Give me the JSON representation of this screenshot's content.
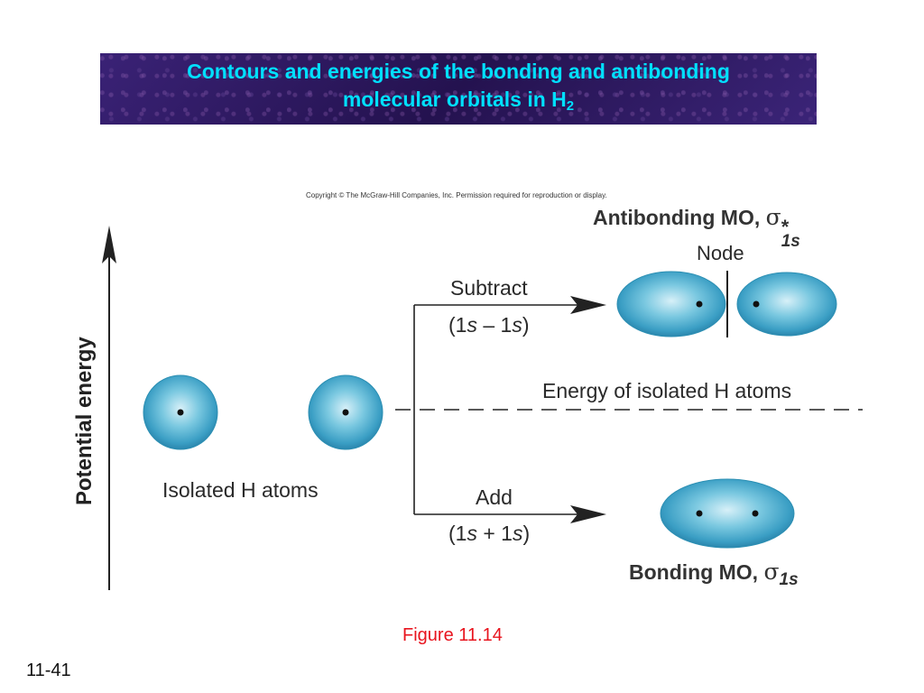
{
  "title": {
    "line1": "Contours and energies of the bonding and antibonding",
    "line2_main": "molecular orbitals in H",
    "line2_sub": "2"
  },
  "copyright": "Copyright © The McGraw-Hill Companies, Inc. Permission required for reproduction or display.",
  "axis_label": "Potential energy",
  "antibonding": {
    "label": "Antibonding MO,",
    "symbol": "σ",
    "star": "*",
    "subscript": "1s",
    "node_label": "Node"
  },
  "subtract": {
    "label": "Subtract",
    "formula_open": "(1",
    "formula_s1": "s",
    "formula_mid": " – 1",
    "formula_s2": "s",
    "formula_close": ")"
  },
  "add": {
    "label": "Add",
    "formula_open": "(1",
    "formula_s1": "s",
    "formula_mid": " + 1",
    "formula_s2": "s",
    "formula_close": ")"
  },
  "isolated_label": "Isolated H atoms",
  "energy_label": "Energy of isolated H atoms",
  "bonding": {
    "label": "Bonding MO,",
    "symbol": "σ",
    "subscript": "1s"
  },
  "figure_caption": "Figure 11.14",
  "slide_number": "11-41",
  "colors": {
    "orbital": "#5cb8d4",
    "orbital_dark": "#2c8fb3",
    "title_text": "#00e0ff",
    "caption": "#e8141e"
  }
}
